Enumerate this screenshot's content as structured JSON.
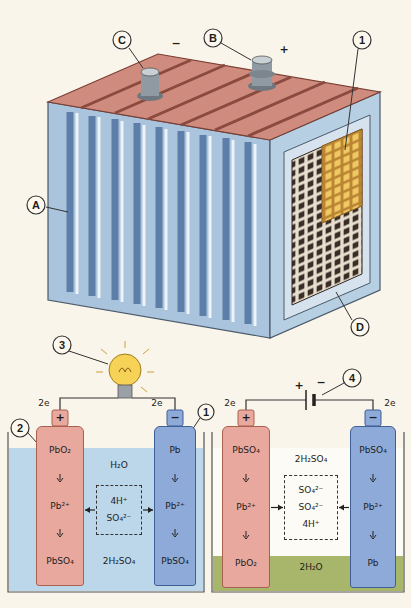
{
  "diagram": {
    "nodes": [
      {
        "text": [
          "PbO₂",
          "Pb²⁺",
          "PbSO₄"
        ]
      },
      {
        "text": [
          "4H⁺",
          "SO₄²⁻"
        ]
      },
      {
        "text": [
          "Pb",
          "Pb²⁺",
          "PbSO₄"
        ]
      },
      {
        "text": [
          "PbSO₄",
          "Pb²⁺",
          "PbO₂"
        ]
      },
      {
        "text": [
          "SO₄²⁻",
          "SO₄²⁻",
          "4H⁺"
        ]
      },
      {
        "text": [
          "PbSO₄",
          "Pb²⁺",
          "Pb"
        ]
      }
    ],
    "edges": [
      {
        "from": 1,
        "to": 0,
        "arrow": "to"
      },
      {
        "from": 1,
        "to": 2,
        "arrow": "to"
      },
      {
        "from": 3,
        "to": 4,
        "arrow": "to"
      },
      {
        "from": 5,
        "to": 4,
        "arrow": "to"
      }
    ],
    "labels": [
      "C",
      "B",
      "1",
      "A",
      "D",
      "−",
      "+",
      "3",
      "2",
      "1",
      "2e",
      "2e",
      "+",
      "−",
      "H₂O",
      "2H₂SO₄",
      "4",
      "+",
      "−",
      "2e",
      "2e",
      "+",
      "−",
      "2H₂SO₄",
      "2H₂O"
    ]
  }
}
